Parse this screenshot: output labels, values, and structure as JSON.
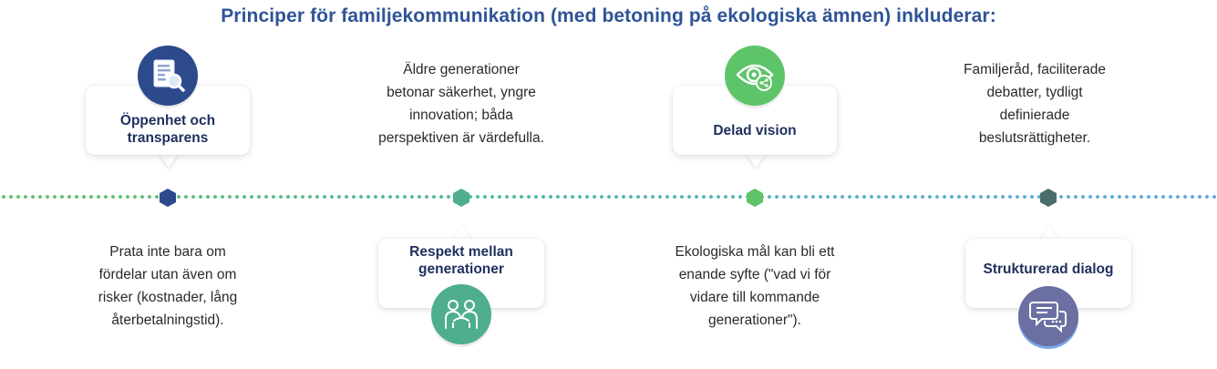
{
  "title": "Principer för familjekommunikation (med betoning på ekologiska ämnen) inkluderar:",
  "colors": {
    "title": "#2f5496",
    "navy": "#2d4a8c",
    "teal": "#4fae8f",
    "green": "#5ec46a",
    "slate": "#4b6e6b",
    "purple": "#6b6fa1"
  },
  "items": [
    {
      "label": "Öppenhet och\ntransparens",
      "description": "Prata inte bara om\nfördelar utan även om\nrisker (kostnader, lång\nåterbetalningstid).",
      "icon": "document-search-icon"
    },
    {
      "label": "Respekt mellan\ngenerationer",
      "description": "Äldre generationer\nbetonar säkerhet, yngre\ninnovation; båda\nperspektiven är värdefulla.",
      "icon": "two-people-icon"
    },
    {
      "label": "Delad vision",
      "description": "Ekologiska mål kan bli ett\nenande syfte (\"vad vi för\nvidare till kommande\ngenerationer\").",
      "icon": "eye-share-icon"
    },
    {
      "label": "Strukturerad dialog",
      "description": "Familjeråd, faciliterade\ndebatter, tydligt\ndefinierade\nbeslutsrättigheter.",
      "icon": "chat-bubbles-icon"
    }
  ]
}
